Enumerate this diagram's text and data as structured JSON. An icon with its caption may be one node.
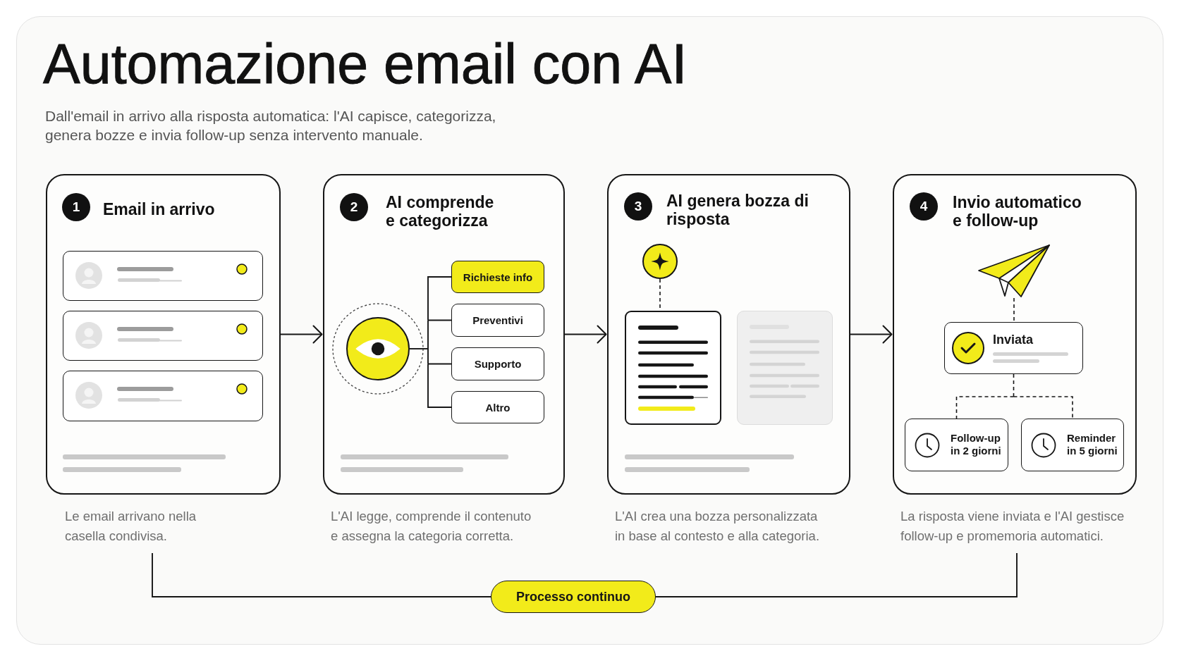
{
  "diagram": {
    "title": "Automazione email con AI",
    "nodes": [
      {
        "text": [
          "Email in arrivo"
        ],
        "beside": [
          "Le email arrivano nella casella condivisa."
        ]
      },
      {
        "text": [
          "1"
        ],
        "in": 0
      },
      {
        "text": [],
        "shape": "box",
        "in": 0
      },
      {
        "text": [],
        "shape": "box",
        "in": 0
      },
      {
        "text": [],
        "shape": "box",
        "in": 0
      },
      {
        "text": [
          "AI comprende e categorizza"
        ],
        "beside": [
          "L'AI legge, comprende il contenuto e assegna la categoria corretta."
        ]
      },
      {
        "text": [
          "2"
        ],
        "in": 5
      },
      {
        "text": [],
        "shape": "circle",
        "in": 5
      },
      {
        "text": [
          "Richieste info"
        ],
        "in": 5
      },
      {
        "text": [
          "Preventivi"
        ],
        "in": 5
      },
      {
        "text": [
          "Supporto"
        ],
        "in": 5
      },
      {
        "text": [
          "Altro"
        ],
        "in": 5
      },
      {
        "text": [
          "AI genera bozza di risposta"
        ],
        "beside": [
          "L'AI crea una bozza personalizzata in base al contesto e alla categoria."
        ]
      },
      {
        "text": [
          "3"
        ],
        "in": 12
      },
      {
        "text": [],
        "shape": "circle",
        "in": 12
      },
      {
        "text": [],
        "shape": "box",
        "in": 12
      },
      {
        "text": [],
        "shape": "box",
        "in": 12
      },
      {
        "text": [
          "Invio automatico e follow-up"
        ],
        "beside": [
          "La risposta viene inviata e l'AI gestisce follow-up e promemoria automatici."
        ]
      },
      {
        "text": [
          "4"
        ],
        "in": 17
      },
      {
        "text": [],
        "shape": "picture",
        "in": 17
      },
      {
        "text": [
          "Inviata"
        ],
        "in": 17
      },
      {
        "text": [
          "Follow-up in 2 giorni"
        ],
        "in": 17
      },
      {
        "text": [
          "Reminder in 5 giorni"
        ],
        "in": 17
      },
      {
        "text": [
          "Processo continuo"
        ]
      }
    ],
    "edges": [
      {
        "from": 0,
        "to": 5,
        "arrow": "to"
      },
      {
        "from": 5,
        "to": 12,
        "arrow": "to"
      },
      {
        "from": 12,
        "to": 17,
        "arrow": "to"
      },
      {
        "from": 7,
        "to": 8,
        "arrow": "none"
      },
      {
        "from": 7,
        "to": 9,
        "arrow": "none"
      },
      {
        "from": 7,
        "to": 10,
        "arrow": "none"
      },
      {
        "from": 7,
        "to": 11,
        "arrow": "none"
      },
      {
        "from": 14,
        "to": 15,
        "arrow": "none",
        "style": "dashed"
      },
      {
        "from": 19,
        "to": 20,
        "arrow": "none",
        "style": "dashed"
      },
      {
        "from": 20,
        "to": 21,
        "arrow": "none",
        "style": "dashed"
      },
      {
        "from": 20,
        "to": 22,
        "arrow": "none",
        "style": "dashed"
      },
      {
        "from": 23,
        "to": 0,
        "arrow": "none"
      },
      {
        "from": 23,
        "to": 17,
        "arrow": "none"
      }
    ],
    "labels": [
      "Dall'email in arrivo alla risposta automatica: l'AI capisce, categorizza, genera bozze e invia follow-up senza intervento manuale."
    ]
  }
}
